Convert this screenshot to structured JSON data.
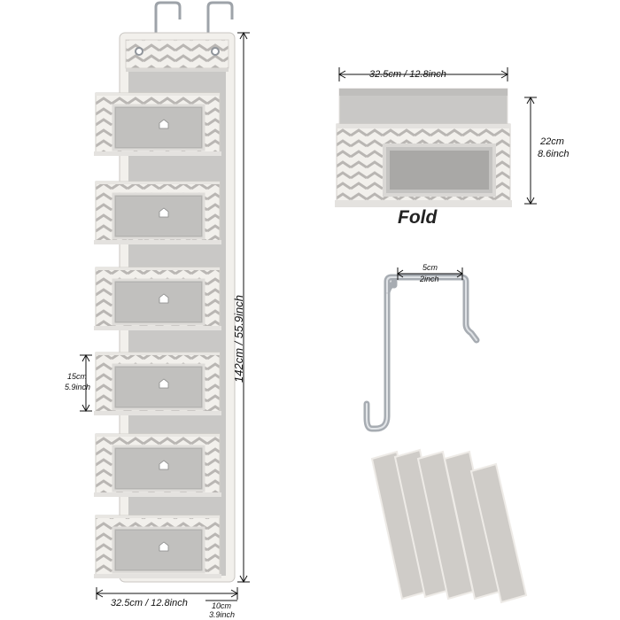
{
  "dimensions": {
    "total_height": "142cm / 55.9inch",
    "total_width": "32.5cm / 12.8inch",
    "depth_cm": "10cm",
    "depth_inch": "3.9inch",
    "pocket_height_cm": "15cm",
    "pocket_height_inch": "5.9inch",
    "fold_width": "32.5cm / 12.8inch",
    "fold_height_cm": "22cm",
    "fold_height_inch": "8.6inch",
    "hook_width_cm": "5cm",
    "hook_width_inch": "2inch"
  },
  "fold_label": "Fold",
  "colors": {
    "fabric_grey": "#d6d4d2",
    "panel_grey": "#c9c8c6",
    "chevron_grey": "#b9b6b3",
    "trim_white": "#f2f0ec",
    "metal": "#b8bcc2",
    "board_grey": "#cfccc8"
  },
  "pockets": [
    1,
    2,
    3,
    4,
    5,
    6
  ],
  "boards": [
    1,
    2,
    3,
    4,
    5
  ]
}
